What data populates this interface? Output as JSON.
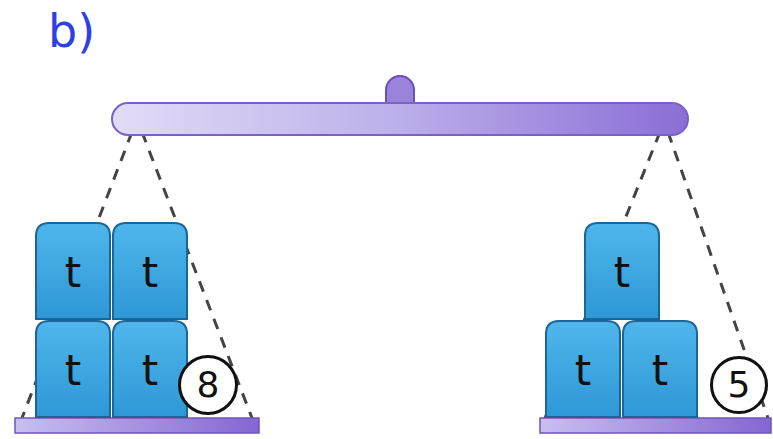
{
  "diagram": {
    "nodes": [
      {
        "text": [
          "t"
        ]
      },
      {
        "text": [
          "t"
        ]
      },
      {
        "text": [
          "t"
        ]
      },
      {
        "text": [
          "t"
        ]
      },
      {
        "text": [
          "8"
        ]
      },
      {
        "text": [
          "t"
        ]
      },
      {
        "text": [
          "t"
        ]
      },
      {
        "text": [
          "t"
        ]
      },
      {
        "text": [
          "5"
        ]
      }
    ],
    "labels": [
      "b)"
    ]
  }
}
